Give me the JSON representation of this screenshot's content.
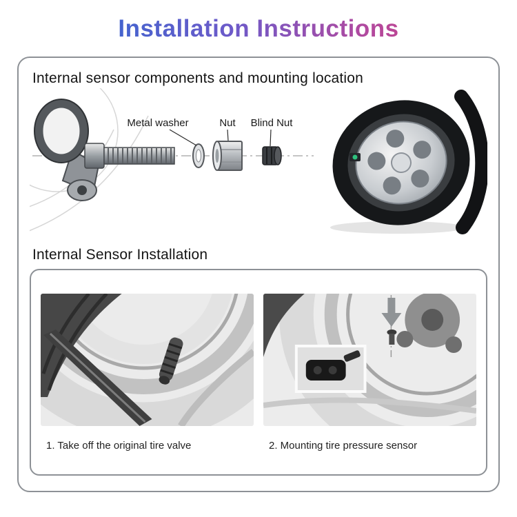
{
  "page": {
    "title": "Installation Instructions"
  },
  "colors": {
    "title_gradient_start": "#2a6ad2",
    "title_gradient_mid": "#6d5ac9",
    "title_gradient_end": "#d83d7c",
    "panel_border": "#8d9196",
    "heading_text": "#141414",
    "caption_text": "#222222",
    "sensor_indicator_green": "#2ec27e"
  },
  "section_components": {
    "heading": "Internal sensor components and mounting location",
    "part_labels": [
      "Metal washer",
      "Nut",
      "Blind Nut"
    ],
    "illustrations": [
      {
        "name": "sensor-assembly-illustration"
      },
      {
        "name": "wheel-mounting-location-photo"
      }
    ]
  },
  "section_installation": {
    "heading": "Internal Sensor Installation",
    "steps": [
      {
        "caption": "1. Take off the original tire valve"
      },
      {
        "caption": "2. Mounting tire pressure sensor"
      }
    ]
  }
}
